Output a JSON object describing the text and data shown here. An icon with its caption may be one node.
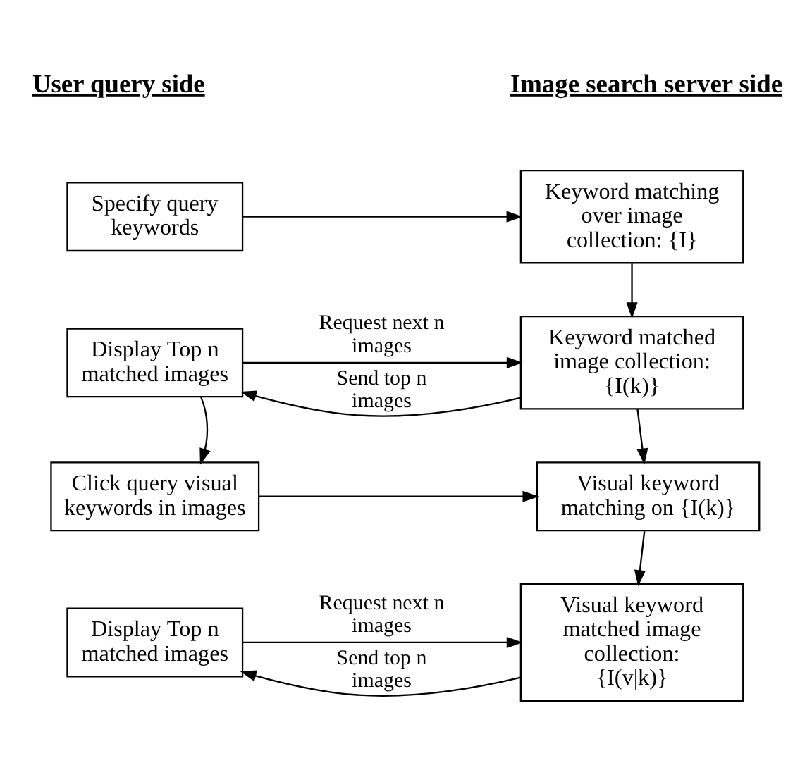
{
  "diagram": {
    "nodes": [
      {
        "text": [
          "Specify query keywords"
        ]
      },
      {
        "text": [
          "Keyword matching over image collection: {I}"
        ]
      },
      {
        "text": [
          "Display Top n matched images"
        ]
      },
      {
        "text": [
          "Keyword matched image collection: {I(k)}"
        ]
      },
      {
        "text": [
          "Click query visual keywords in images"
        ]
      },
      {
        "text": [
          "Visual keyword matching on {I(k)}"
        ]
      },
      {
        "text": [
          "Display Top n matched images"
        ]
      },
      {
        "text": [
          "Visual keyword matched image collection: {I(v|k)}"
        ]
      }
    ],
    "edges": [
      {
        "from": 0,
        "to": 1,
        "arrow": "to"
      },
      {
        "from": 1,
        "to": 3,
        "arrow": "to"
      },
      {
        "from": 3,
        "to": 2,
        "arrow": "to",
        "label": "Send top n images"
      },
      {
        "from": 2,
        "to": 3,
        "arrow": "to",
        "label": "Request next n images"
      },
      {
        "from": 2,
        "to": 4,
        "arrow": "to"
      },
      {
        "from": 4,
        "to": 5,
        "arrow": "to"
      },
      {
        "from": 3,
        "to": 5,
        "arrow": "to"
      },
      {
        "from": 5,
        "to": 7,
        "arrow": "to"
      },
      {
        "from": 7,
        "to": 6,
        "arrow": "to",
        "label": "Send top n images"
      },
      {
        "from": 6,
        "to": 7,
        "arrow": "to",
        "label": "Request next n images"
      }
    ],
    "labels": [
      "User query side",
      "Image search server side"
    ]
  }
}
